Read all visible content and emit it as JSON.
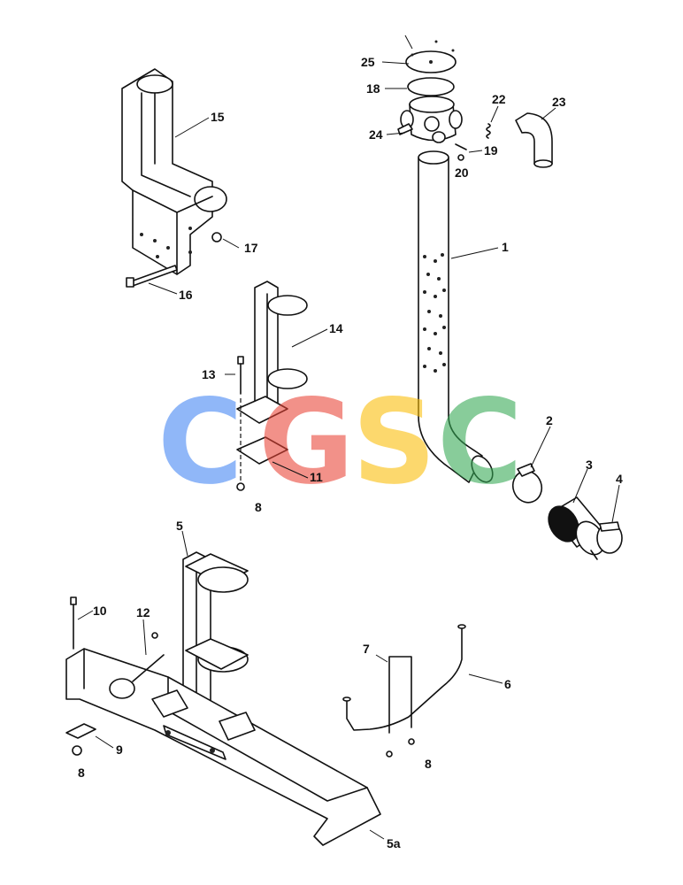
{
  "watermark": {
    "letters": [
      "C",
      "G",
      "S",
      "C"
    ],
    "colors": [
      "#4285f4",
      "#ea4335",
      "#fbbc05",
      "#34a853"
    ]
  },
  "callouts": {
    "c1": "1",
    "c2": "2",
    "c3": "3",
    "c4": "4",
    "c5": "5",
    "c5a": "5a",
    "c6": "6",
    "c7": "7",
    "c8a": "8",
    "c8b": "8",
    "c8c": "8",
    "c9": "9",
    "c10": "10",
    "c11": "11",
    "c12": "12",
    "c13": "13",
    "c14": "14",
    "c15": "15",
    "c16": "16",
    "c17": "17",
    "c18": "18",
    "c19": "19",
    "c20": "20",
    "c22": "22",
    "c23": "23",
    "c24": "24",
    "c25": "25"
  }
}
